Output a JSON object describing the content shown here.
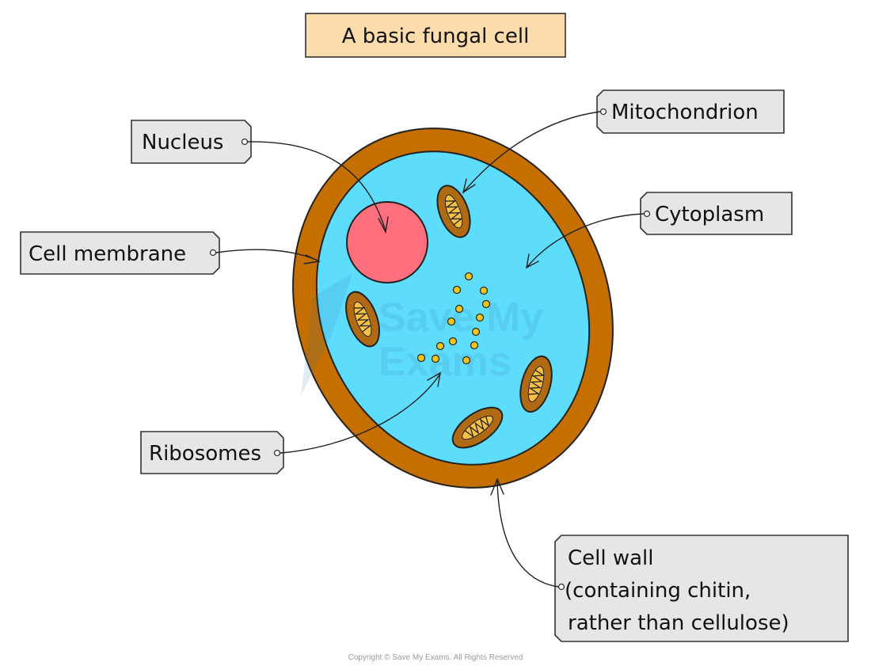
{
  "title": "A basic fungal cell",
  "labels": {
    "nucleus": "Nucleus",
    "cell_membrane": "Cell membrane",
    "ribosomes": "Ribosomes",
    "mitochondrion": "Mitochondrion",
    "cytoplasm": "Cytoplasm",
    "cell_wall": [
      "Cell wall",
      "(containing chitin,",
      "rather than cellulose)"
    ]
  },
  "watermark": "Save My Exams",
  "copyright": "Copyright © Save My Exams. All Rights Reserved",
  "colors": {
    "cell_wall": "#c46f00",
    "cytoplasm": "#5ddcfb",
    "nucleus": "#ff6f7d",
    "mitochondrion": "#b06a14",
    "mito_inner": "#f5c044",
    "ribosome": "#f5c518",
    "label_box": "#e6e6e6",
    "title_box": "#fddcac"
  }
}
